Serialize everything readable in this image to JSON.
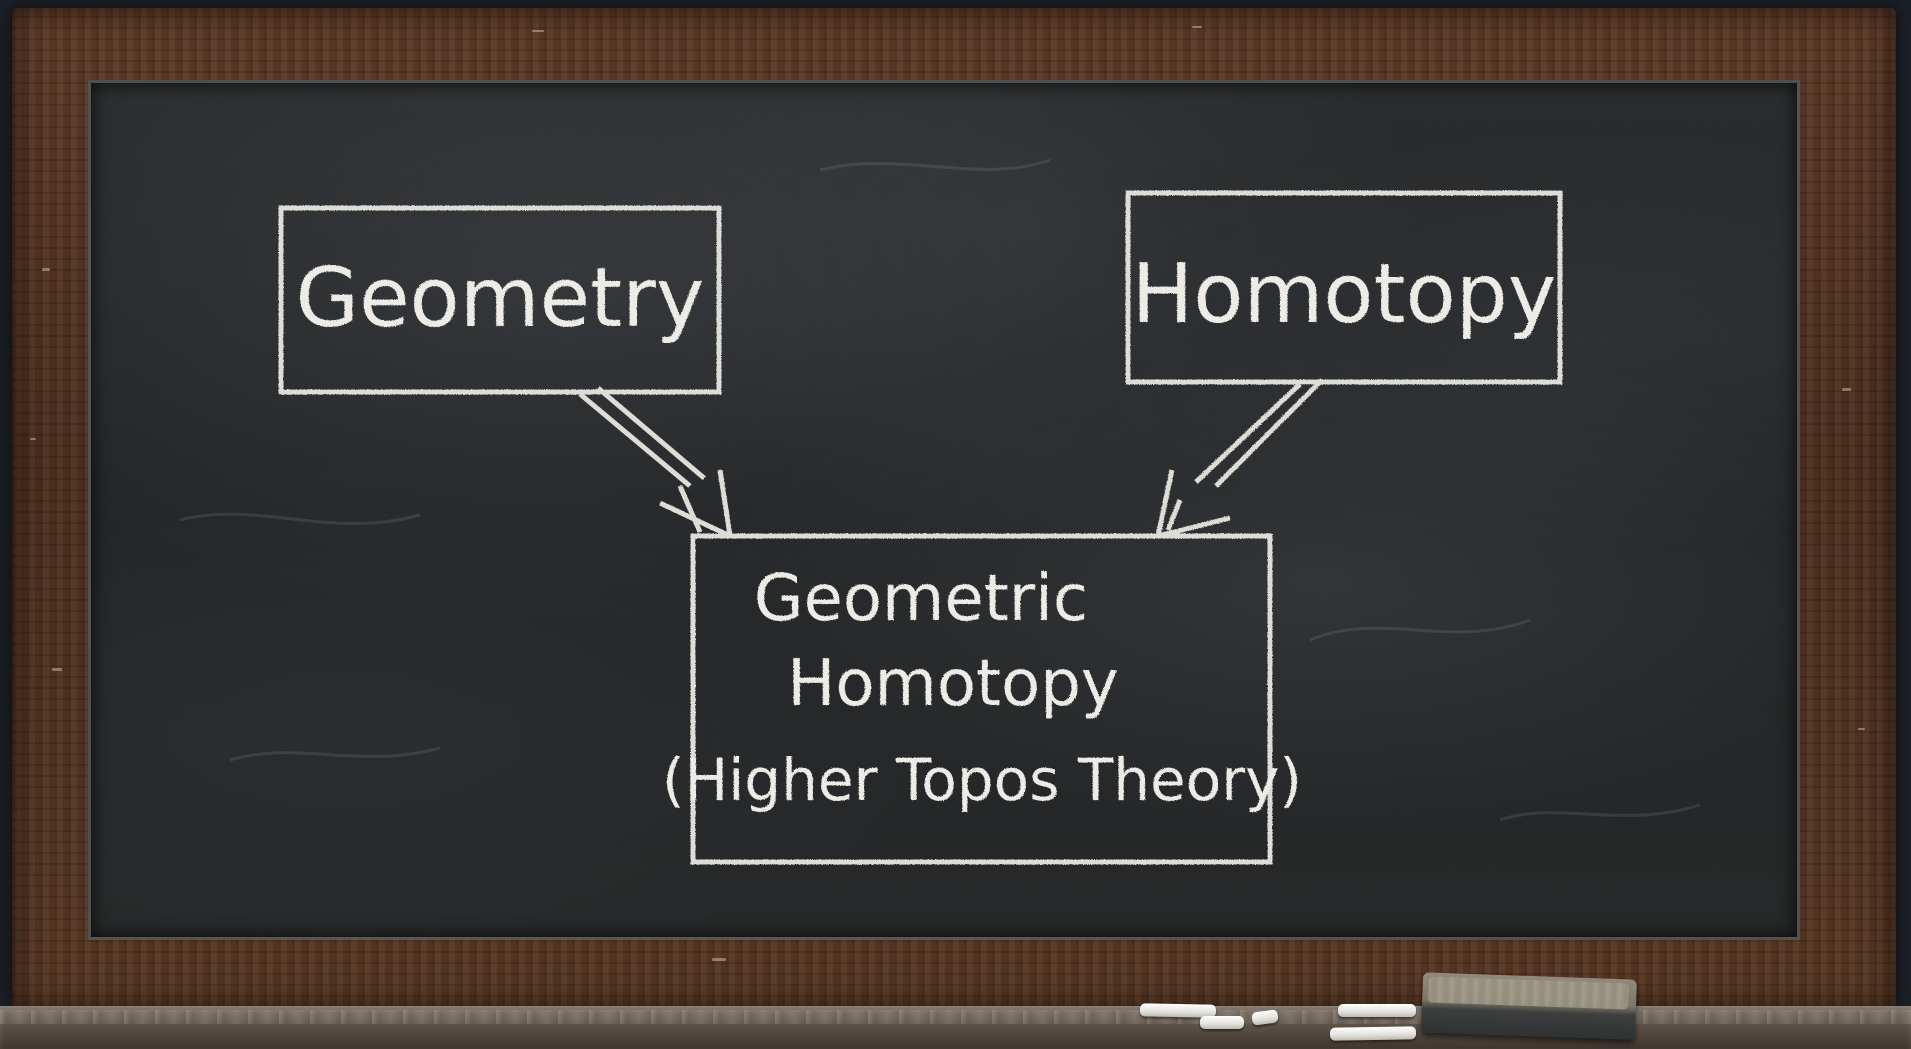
{
  "scene": {
    "description_free": true,
    "colors": {
      "chalk": "#ecebe6",
      "board": "#252729",
      "frame_wood": "#4e2f1e",
      "backdrop": "#1b1f26"
    }
  },
  "diagram": {
    "box_geometry_label": "Geometry",
    "box_homotopy_label": "Homotopy",
    "box_result_line1": "Geometric",
    "box_result_line2": "Homotopy",
    "box_result_line3": "(Higher Topos Theory)"
  },
  "objects": {
    "eraser_icon": "eraser-icon",
    "chalk_icon": "chalk-stick-icon"
  }
}
